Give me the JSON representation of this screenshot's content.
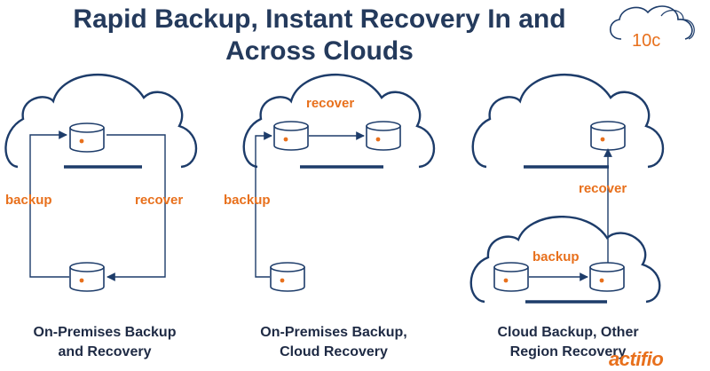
{
  "title": {
    "line1": "Rapid Backup, Instant Recovery In and",
    "line2": "Across Clouds"
  },
  "badge": {
    "text": "10c",
    "icon": "cloud-outline-icon"
  },
  "panels": [
    {
      "backup_label": "backup",
      "recover_label": "recover",
      "caption_line1": "On-Premises Backup",
      "caption_line2": "and Recovery"
    },
    {
      "backup_label": "backup",
      "recover_label": "recover",
      "caption_line1": "On-Premises Backup,",
      "caption_line2": "Cloud Recovery"
    },
    {
      "backup_label": "backup",
      "recover_label": "recover",
      "caption_line1": "Cloud Backup, Other",
      "caption_line2": "Region Recovery"
    }
  ],
  "logo": {
    "text": "actifio"
  },
  "colors": {
    "line": "#1d3c6a",
    "accent": "#e8701c",
    "title": "#243a5c",
    "caption": "#1e2a44"
  }
}
